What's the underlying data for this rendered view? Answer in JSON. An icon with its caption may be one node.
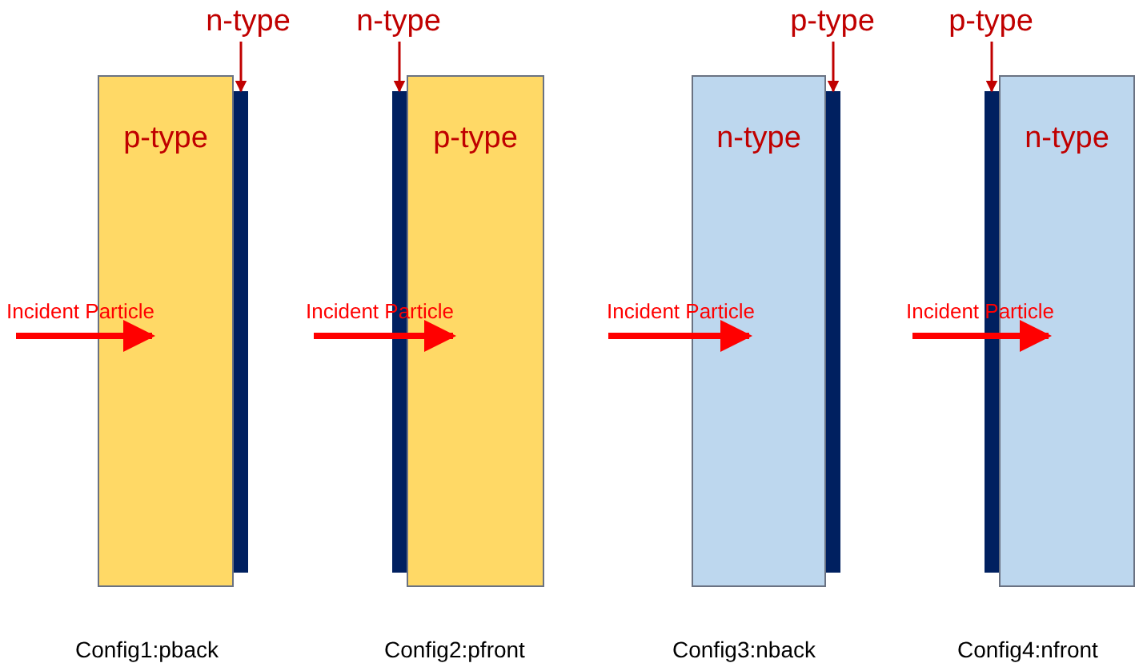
{
  "diagram": {
    "nodes": [
      {
        "text": [
          "n-type"
        ]
      },
      {
        "text": [
          "p-type"
        ]
      },
      {
        "text": [],
        "shape": "bar"
      },
      {
        "text": [
          "n-type"
        ]
      },
      {
        "text": [],
        "shape": "bar"
      },
      {
        "text": [
          "p-type"
        ]
      },
      {
        "text": [
          "p-type"
        ]
      },
      {
        "text": [
          "n-type"
        ]
      },
      {
        "text": [],
        "shape": "bar"
      },
      {
        "text": [
          "p-type"
        ]
      },
      {
        "text": [],
        "shape": "bar"
      },
      {
        "text": [
          "n-type"
        ]
      }
    ],
    "edges": [
      {
        "from": 0,
        "to": 2,
        "arrow": "to",
        "color": "#c00000"
      },
      {
        "from": null,
        "to": 1,
        "arrow": "to",
        "label": "Incident Particle",
        "style": "thick",
        "color": "#ff0000"
      },
      {
        "from": 3,
        "to": 4,
        "arrow": "to",
        "color": "#c00000"
      },
      {
        "from": null,
        "to": 5,
        "arrow": "to",
        "label": "Incident Particle",
        "style": "thick",
        "color": "#ff0000"
      },
      {
        "from": 6,
        "to": 8,
        "arrow": "to",
        "color": "#c00000"
      },
      {
        "from": null,
        "to": 7,
        "arrow": "to",
        "label": "Incident Particle",
        "style": "thick",
        "color": "#ff0000"
      },
      {
        "from": 9,
        "to": 10,
        "arrow": "to",
        "color": "#c00000"
      },
      {
        "from": null,
        "to": 11,
        "arrow": "to",
        "label": "Incident Particle",
        "style": "thick",
        "color": "#ff0000"
      }
    ],
    "labels": [
      "Config1:pback",
      "Config2:pfront",
      "Config3:nback",
      "Config4:nfront"
    ]
  }
}
